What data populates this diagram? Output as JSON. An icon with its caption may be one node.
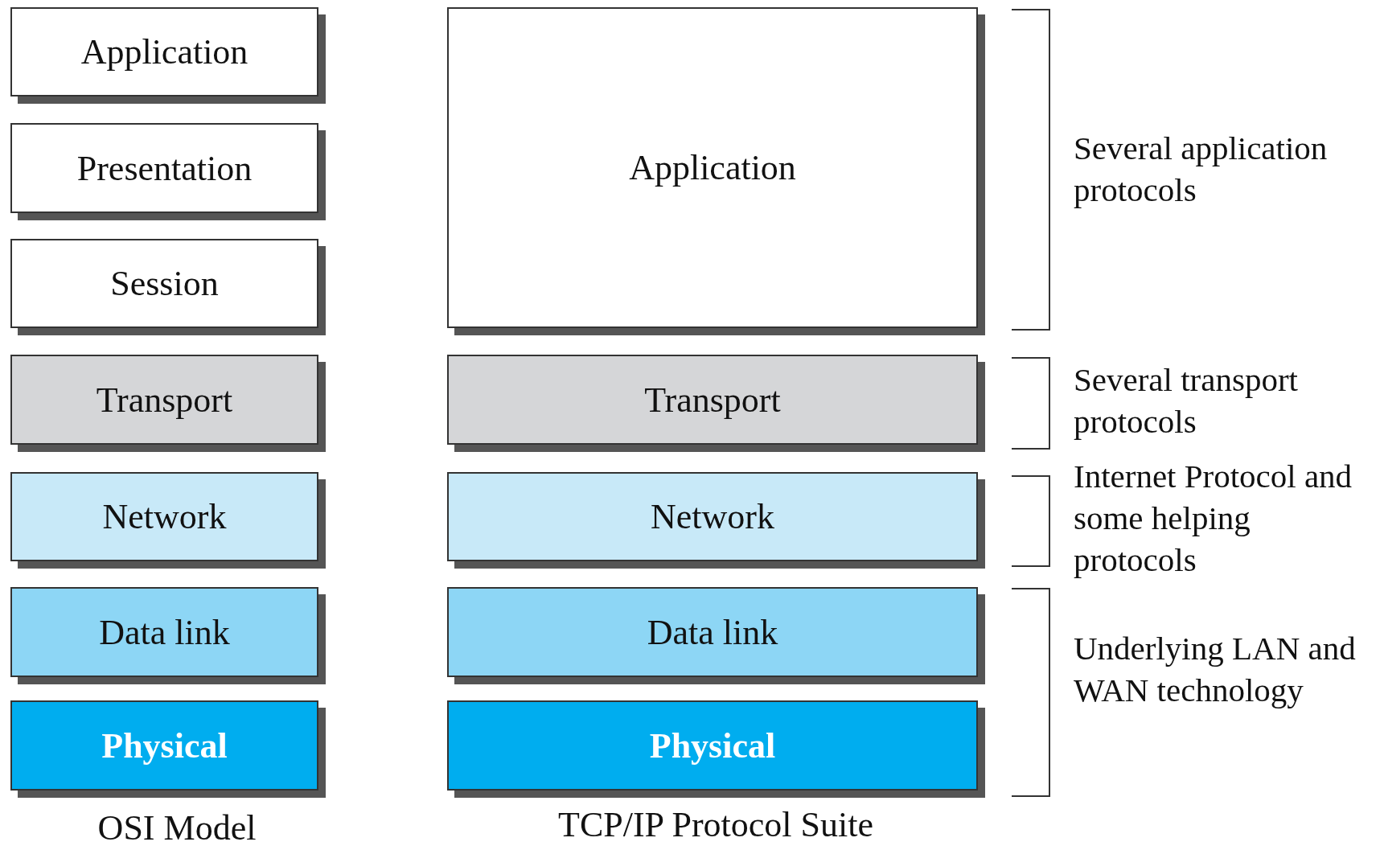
{
  "diagram": {
    "nodes": [
      {
        "text": [
          "Application"
        ]
      },
      {
        "text": [
          "Presentation"
        ]
      },
      {
        "text": [
          "Session"
        ]
      },
      {
        "text": [
          "Transport"
        ]
      },
      {
        "text": [
          "Network"
        ]
      },
      {
        "text": [
          "Data link"
        ]
      },
      {
        "text": [
          "Physical"
        ]
      },
      {
        "text": [
          "Application"
        ]
      },
      {
        "text": [
          "Transport"
        ]
      },
      {
        "text": [
          "Network"
        ]
      },
      {
        "text": [
          "Data link"
        ]
      },
      {
        "text": [
          "Physical"
        ]
      }
    ],
    "labels": [
      "Several application protocols",
      "Several transport protocols",
      "Internet Protocol and some helping protocols",
      "Underlying LAN and WAN technology",
      "OSI Model",
      "TCP/IP Protocol Suite"
    ]
  }
}
